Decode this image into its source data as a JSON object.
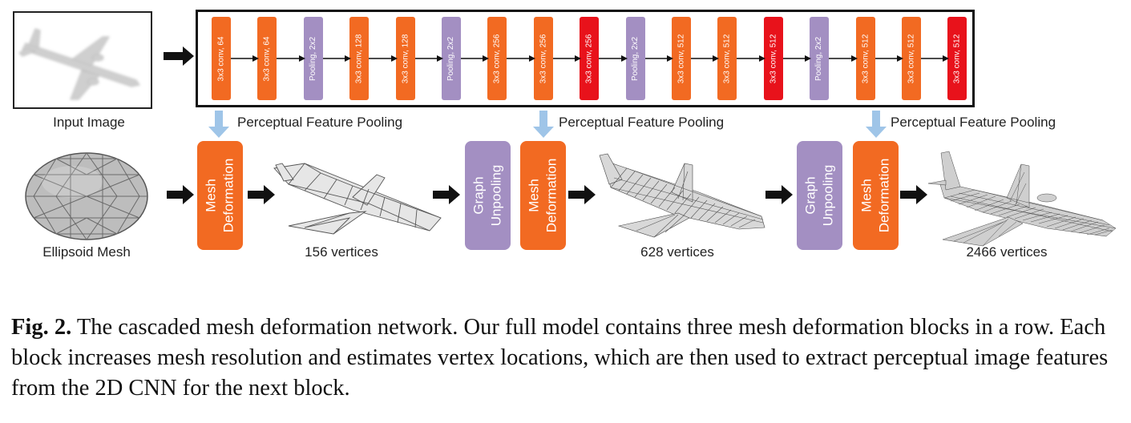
{
  "input": {
    "label": "Input Image"
  },
  "cnn": {
    "layers": [
      {
        "text": "3x3 conv, 64",
        "kind": "conv"
      },
      {
        "text": "3x3 conv, 64",
        "kind": "conv"
      },
      {
        "text": "Pooling, 2x2",
        "kind": "pool"
      },
      {
        "text": "3x3 conv, 128",
        "kind": "conv"
      },
      {
        "text": "3x3 conv, 128",
        "kind": "conv"
      },
      {
        "text": "Pooling, 2x2",
        "kind": "pool"
      },
      {
        "text": "3x3 conv, 256",
        "kind": "conv"
      },
      {
        "text": "3x3 conv, 256",
        "kind": "conv"
      },
      {
        "text": "3x3 conv, 256",
        "kind": "conv-red"
      },
      {
        "text": "Pooling, 2x2",
        "kind": "pool"
      },
      {
        "text": "3x3 conv, 512",
        "kind": "conv"
      },
      {
        "text": "3x3 conv, 512",
        "kind": "conv"
      },
      {
        "text": "3x3 conv, 512",
        "kind": "conv-red"
      },
      {
        "text": "Pooling, 2x2",
        "kind": "pool"
      },
      {
        "text": "3x3 conv, 512",
        "kind": "conv"
      },
      {
        "text": "3x3 conv, 512",
        "kind": "conv"
      },
      {
        "text": "3x3 conv, 512",
        "kind": "conv-red"
      }
    ],
    "colors": {
      "conv": "#f26a22",
      "conv_red": "#e8121b",
      "pool": "#a38fc2"
    }
  },
  "pooling_label": "Perceptual Feature Pooling",
  "ellipsoid": {
    "label": "Ellipsoid Mesh"
  },
  "blocks": {
    "deformation": "Mesh\nDeformation",
    "unpooling": "Graph\nUnpooling"
  },
  "meshes": [
    {
      "label": "156 vertices"
    },
    {
      "label": "628 vertices"
    },
    {
      "label": "2466 vertices"
    }
  ],
  "caption": {
    "prefix": "Fig. 2.",
    "text": " The cascaded mesh deformation network. Our full model contains three mesh deformation blocks in a row. Each block increases mesh resolution and estimates vertex locations, which are then used to extract perceptual image features from the 2D CNN for the next block."
  }
}
